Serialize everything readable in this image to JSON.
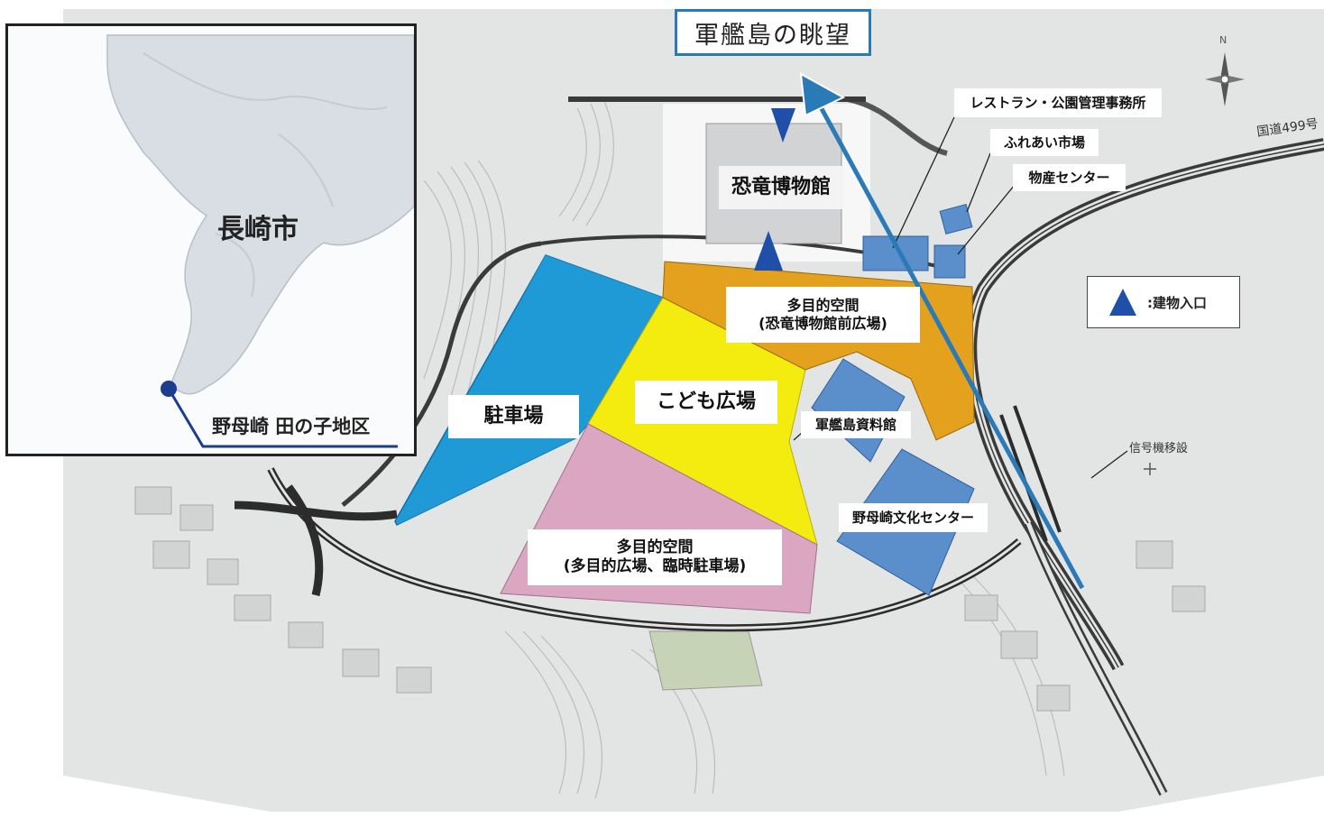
{
  "inset": {
    "city_label": "長崎市",
    "district_label": "野母崎 田の子地区"
  },
  "view": {
    "label": "軍艦島の眺望"
  },
  "facilities": {
    "restaurant": "レストラン・公園管理事務所",
    "fureai_market": "ふれあい市場",
    "products_center": "物産センター",
    "dinosaur_museum": "恐竜博物館",
    "gunkanjima_museum": "軍艦島資料館",
    "nomozaki_culture_center": "野母崎文化センター"
  },
  "zones": {
    "parking": {
      "label": "駐車場",
      "color": "#1f9ad6"
    },
    "kids_plaza": {
      "label": "こども広場",
      "color": "#f5ec0f"
    },
    "multipurpose_front": {
      "line1": "多目的空間",
      "line2": "(恐竜博物館前広場)",
      "color": "#e3a11d"
    },
    "multipurpose_main": {
      "line1": "多目的空間",
      "line2": "(多目的広場、臨時駐車場)",
      "color": "#dba6c2"
    }
  },
  "legend": {
    "entrance_label": ":建物入口",
    "entrance_icon": "triangle-entrance-icon",
    "entrance_color": "#1f4fa8"
  },
  "map_text": {
    "route": "国道499号",
    "signal": "信号機移設",
    "north": "N"
  },
  "colors": {
    "building_blue": "#5b8fcb",
    "view_line": "#2a7ab8",
    "inset_marker": "#1c3d8c"
  }
}
